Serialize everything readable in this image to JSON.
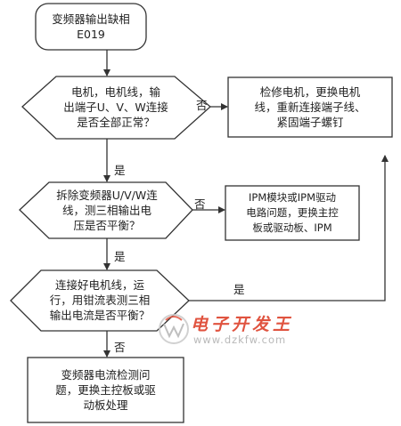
{
  "flowchart": {
    "start": {
      "line1": "变频器输出缺相",
      "line2": "E019"
    },
    "decision1": {
      "line1": "电机，电机线，输",
      "line2": "出端子U、V、W连接",
      "line3": "是否全部正常？"
    },
    "action1": {
      "line1": "检修电机，更换电机",
      "line2": "线，重新连接端子线、",
      "line3": "紧固端子螺钉"
    },
    "decision2": {
      "line1": "拆除变频器U/V/W连",
      "line2": "线，测三相输出电",
      "line3": "压是否平衡？"
    },
    "action2": {
      "line1": "IPM模块或IPM驱动",
      "line2": "电路问题，更换主控",
      "line3": "板或驱动板、IPM"
    },
    "decision3": {
      "line1": "连接好电机线，运",
      "line2": "行，用钳流表测三相",
      "line3": "输出电流是否平衡？"
    },
    "action3": {
      "line1": "变频器电流检测问",
      "line2": "题，更换主控板或驱",
      "line3": "动板处理"
    },
    "edges": {
      "d1_no": "否",
      "d1_yes": "是",
      "d2_no": "否",
      "d2_yes": "是",
      "d3_yes": "是",
      "d3_no": "否"
    }
  },
  "watermark": {
    "title": "电子开发王",
    "url": "www.dzkfw.com"
  },
  "colors": {
    "line": "#333333",
    "watermark_red": "#e0533f",
    "watermark_gray": "#b9b9b9"
  }
}
